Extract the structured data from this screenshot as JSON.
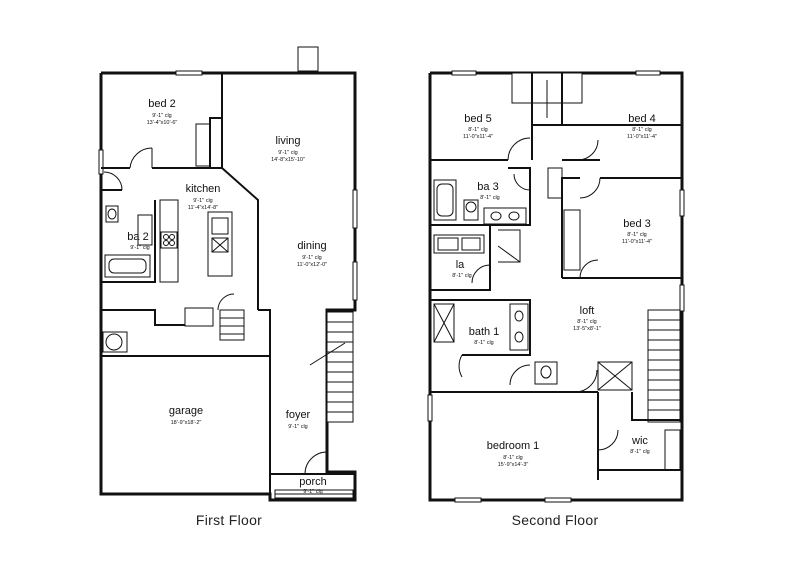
{
  "floors": [
    {
      "caption": "First Floor",
      "rooms": [
        {
          "name": "bed 2",
          "ceiling": "9'-1\" clg",
          "size": "13'-4\"x10'-6\""
        },
        {
          "name": "living",
          "ceiling": "9'-1\" clg",
          "size": "14'-8\"x15'-10\""
        },
        {
          "name": "kitchen",
          "ceiling": "9'-1\" clg",
          "size": "11'-4\"x14'-8\""
        },
        {
          "name": "ba 2",
          "ceiling": "9'-1\" clg",
          "size": ""
        },
        {
          "name": "dining",
          "ceiling": "9'-1\" clg",
          "size": "11'-0\"x12'-0\""
        },
        {
          "name": "garage",
          "ceiling": "",
          "size": "18'-9\"x18'-2\""
        },
        {
          "name": "foyer",
          "ceiling": "9'-1\" clg",
          "size": ""
        },
        {
          "name": "porch",
          "ceiling": "9'-1\" clg",
          "size": ""
        }
      ]
    },
    {
      "caption": "Second Floor",
      "rooms": [
        {
          "name": "bed 5",
          "ceiling": "8'-1\" clg",
          "size": "11'-0\"x11'-4\""
        },
        {
          "name": "bed 4",
          "ceiling": "8'-1\" clg",
          "size": "11'-0\"x11'-4\""
        },
        {
          "name": "ba 3",
          "ceiling": "8'-1\" clg",
          "size": ""
        },
        {
          "name": "bed 3",
          "ceiling": "8'-1\" clg",
          "size": "11'-0\"x11'-4\""
        },
        {
          "name": "la",
          "ceiling": "8'-1\" clg",
          "size": ""
        },
        {
          "name": "loft",
          "ceiling": "8'-1\" clg",
          "size": "13'-5\"x8'-1\""
        },
        {
          "name": "bath 1",
          "ceiling": "8'-1\" clg",
          "size": ""
        },
        {
          "name": "bedroom 1",
          "ceiling": "8'-1\" clg",
          "size": "15'-9\"x14'-3\""
        },
        {
          "name": "wic",
          "ceiling": "8'-1\" clg",
          "size": ""
        }
      ]
    }
  ]
}
